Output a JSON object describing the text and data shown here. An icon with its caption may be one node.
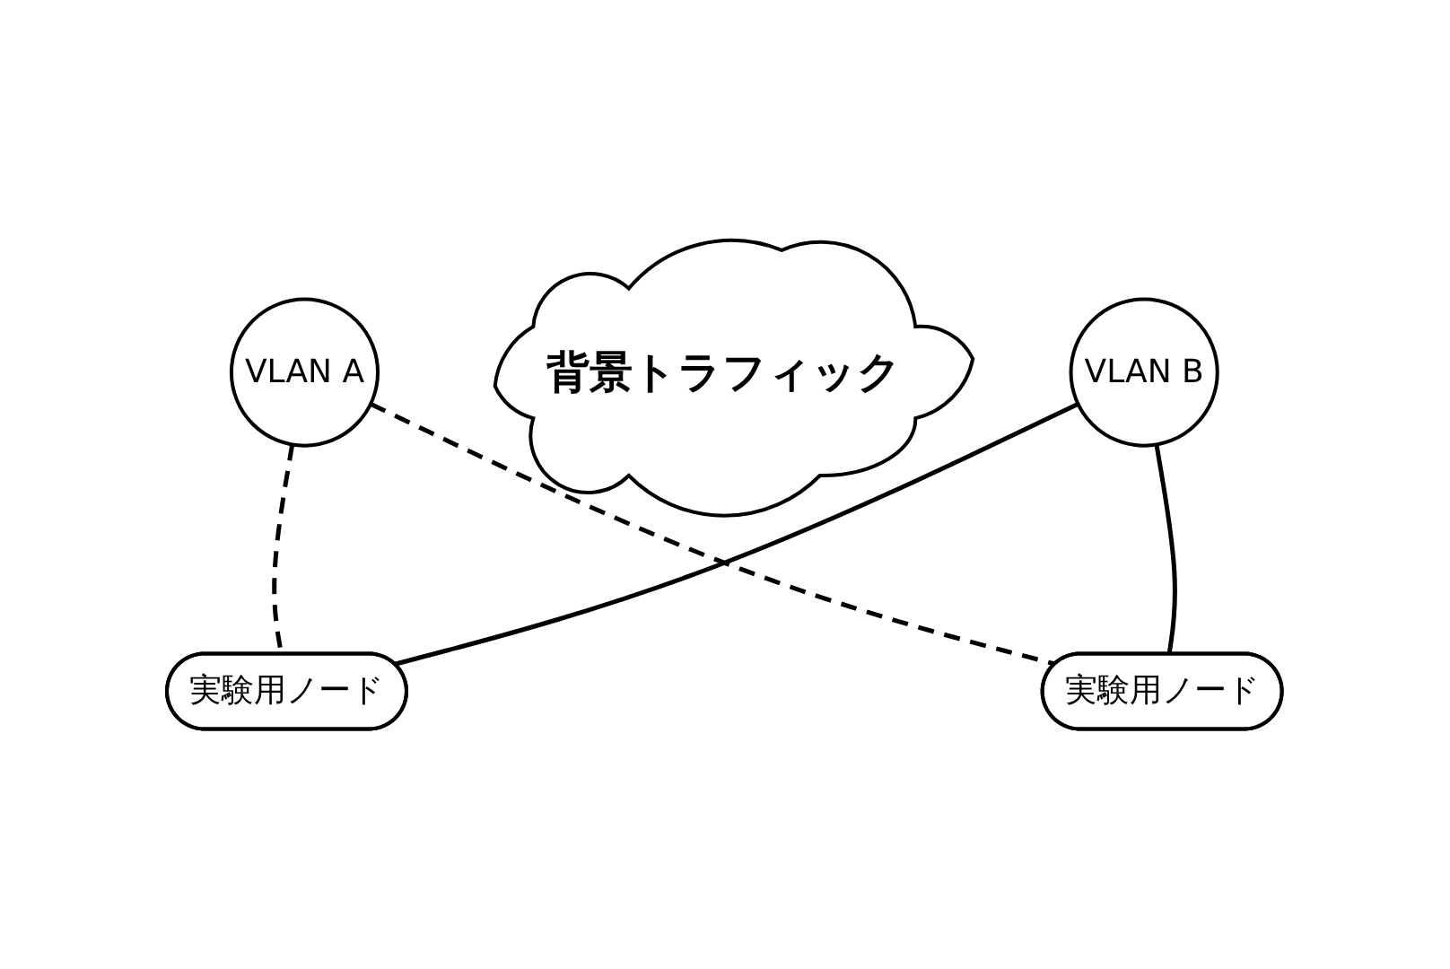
{
  "diagram": {
    "nodes": [
      {
        "text": [
          "VLAN A"
        ]
      },
      {
        "text": [
          "背景トラフィック"
        ]
      },
      {
        "text": [
          "VLAN B"
        ]
      },
      {
        "text": [
          "実験用ノード"
        ]
      },
      {
        "text": [
          "実験用ノード"
        ]
      }
    ],
    "edges": [
      {
        "from": 0,
        "to": 3,
        "arrow": "none",
        "style": "dashed"
      },
      {
        "from": 0,
        "to": 4,
        "arrow": "none",
        "style": "dashed"
      },
      {
        "from": 2,
        "to": 3,
        "arrow": "none"
      },
      {
        "from": 2,
        "to": 4,
        "arrow": "none"
      }
    ]
  }
}
